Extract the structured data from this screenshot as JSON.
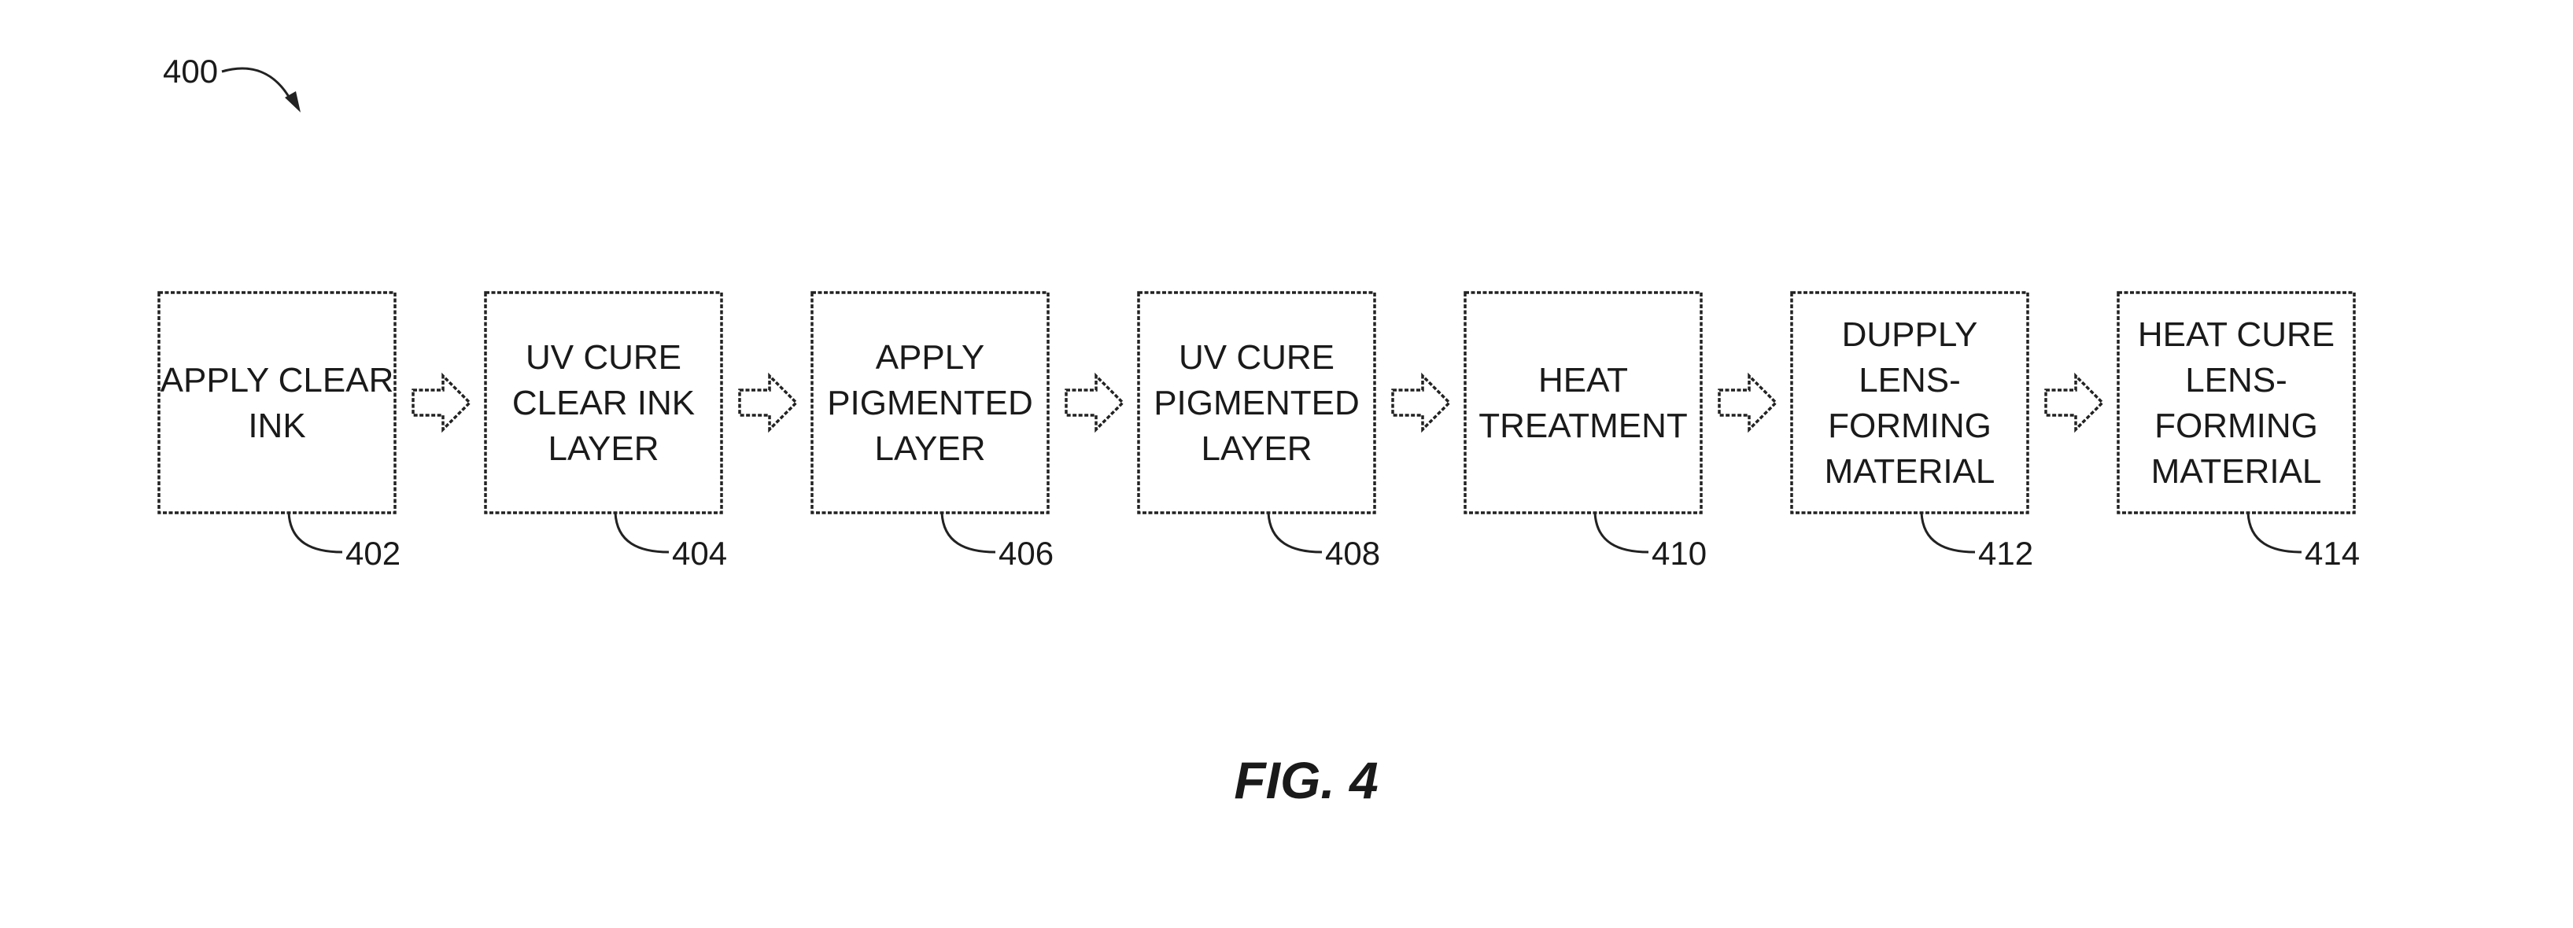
{
  "diagram": {
    "figure_ref": "400",
    "caption": "FIG. 4",
    "steps": [
      {
        "id": "402",
        "lines": [
          "APPLY CLEAR",
          "INK"
        ]
      },
      {
        "id": "404",
        "lines": [
          "UV CURE",
          "CLEAR INK",
          "LAYER"
        ]
      },
      {
        "id": "406",
        "lines": [
          "APPLY",
          "PIGMENTED",
          "LAYER"
        ]
      },
      {
        "id": "408",
        "lines": [
          "UV CURE",
          "PIGMENTED",
          "LAYER"
        ]
      },
      {
        "id": "410",
        "lines": [
          "HEAT",
          "TREATMENT"
        ]
      },
      {
        "id": "412",
        "lines": [
          "DUPPLY",
          "LENS-",
          "FORMING",
          "MATERIAL"
        ]
      },
      {
        "id": "414",
        "lines": [
          "HEAT CURE",
          "LENS-",
          "FORMING",
          "MATERIAL"
        ]
      }
    ]
  }
}
